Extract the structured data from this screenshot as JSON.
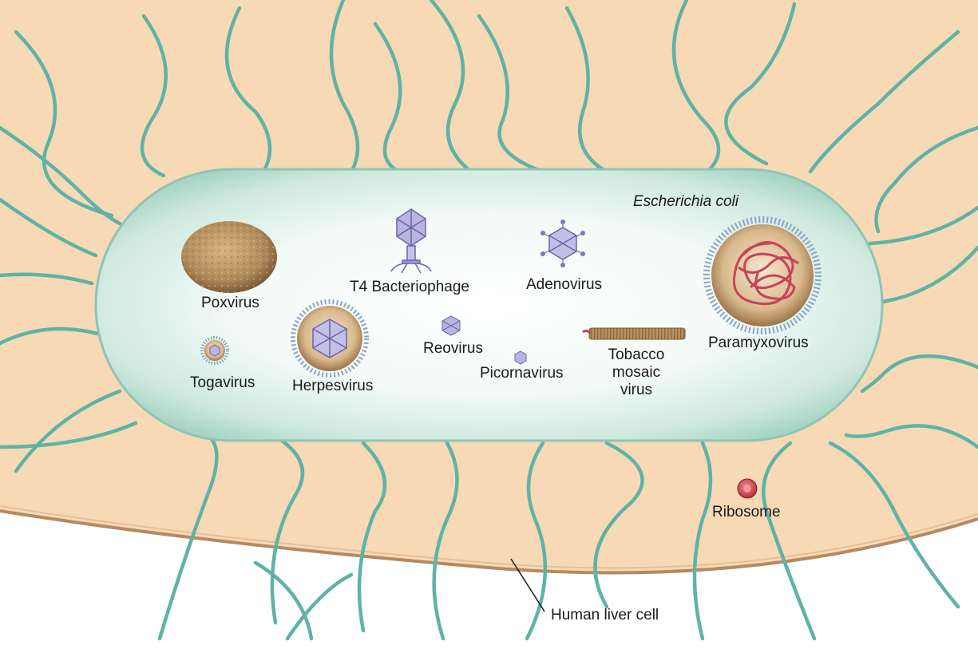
{
  "labels": {
    "bacterium": "Escherichia coli",
    "poxvirus": "Poxvirus",
    "t4": "T4 Bacteriophage",
    "adenovirus": "Adenovirus",
    "paramyxovirus": "Paramyxovirus",
    "togavirus": "Togavirus",
    "herpesvirus": "Herpesvirus",
    "reovirus": "Reovirus",
    "picornavirus": "Picornavirus",
    "tobacco_line1": "Tobacco",
    "tobacco_line2": "mosaic",
    "tobacco_line3": "virus",
    "ribosome": "Ribosome",
    "liver_cell": "Human liver cell"
  },
  "colors": {
    "liver_cell": "#f7d9b6",
    "bacterium_body": "#d9efe6",
    "flagella": "#5fb3a6",
    "virus_brown": "#b08a5a",
    "virus_capsid": "#b9b5e0",
    "rna_red": "#c8435a",
    "ribosome": "#c83f4b"
  }
}
